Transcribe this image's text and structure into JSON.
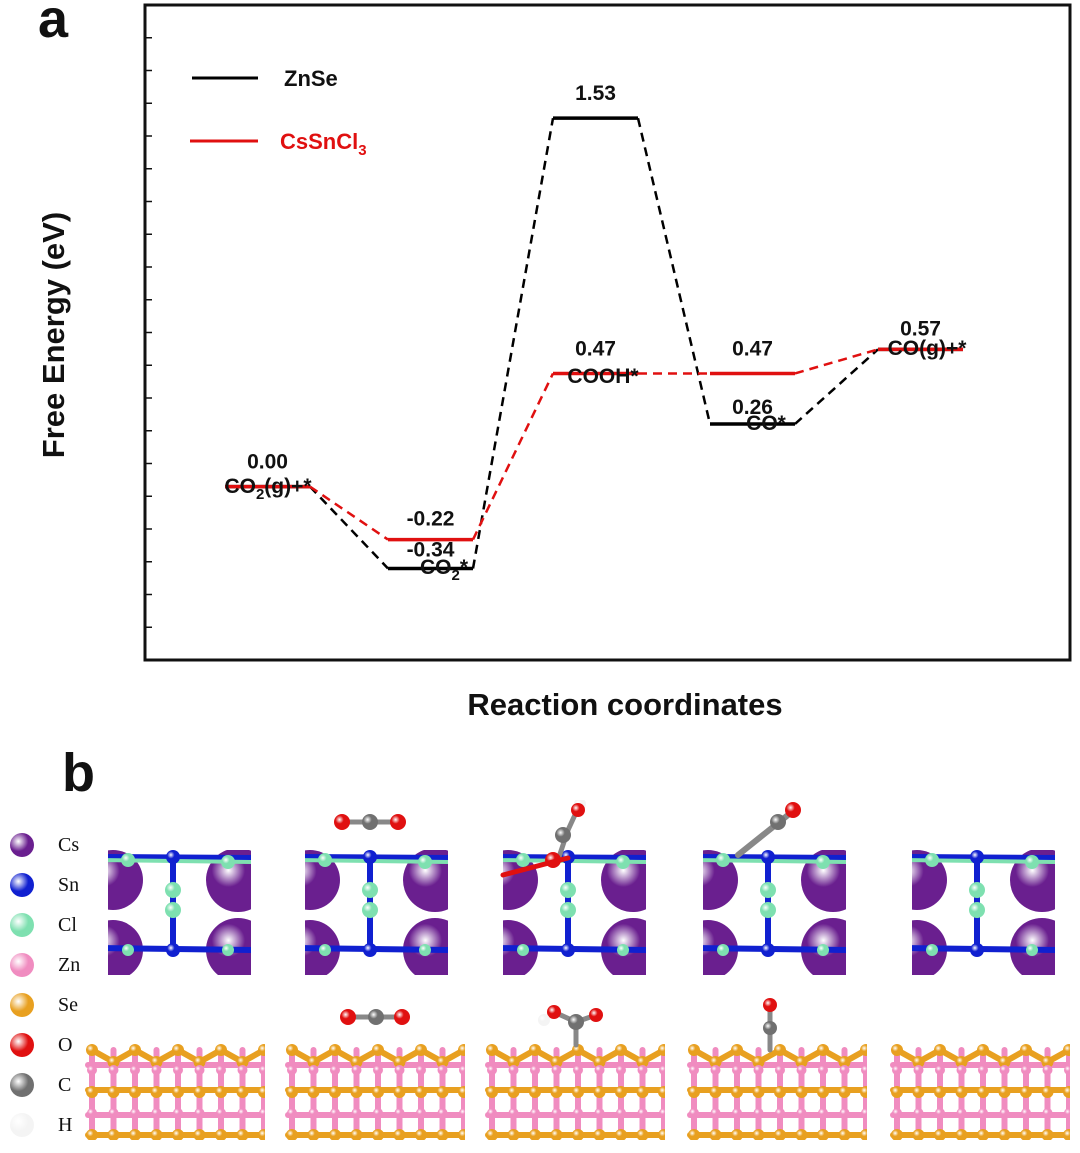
{
  "panel_a_letter": "a",
  "panel_b_letter": "b",
  "chart_data": {
    "type": "line",
    "xlabel": "Reaction coordinates",
    "ylabel": "Free Energy (eV)",
    "categories": [
      "CO2(g)+*",
      "CO2*",
      "COOH*",
      "CO*",
      "CO(g)+*"
    ],
    "category_labels": [
      {
        "main": "CO",
        "sub": "2",
        "rest": "(g)+*"
      },
      {
        "main": "CO",
        "sub": "2",
        "rest": "*"
      },
      {
        "main": "COOH*",
        "sub": "",
        "rest": ""
      },
      {
        "main": "CO*",
        "sub": "",
        "rest": ""
      },
      {
        "main": "CO(g)+*",
        "sub": "",
        "rest": ""
      }
    ],
    "ylim": [
      -0.72,
      2.0
    ],
    "grid": false,
    "legend_position": "top-left",
    "series": [
      {
        "name": "ZnSe",
        "color": "#000000",
        "values": [
          0.0,
          -0.34,
          1.53,
          0.26,
          0.57
        ],
        "labels": [
          "",
          "-0.34",
          "1.53",
          "0.26",
          ""
        ]
      },
      {
        "name": "CsSnCl3",
        "name_main": "CsSnCl",
        "name_sub": "3",
        "color": "#e01010",
        "values": [
          0.0,
          -0.22,
          0.47,
          0.47,
          0.57
        ],
        "labels": [
          "0.00",
          "-0.22",
          "0.47",
          "0.47",
          "0.57"
        ]
      }
    ]
  },
  "structures": {
    "legend": [
      {
        "label": "Cs",
        "color": "#6a1f8f"
      },
      {
        "label": "Sn",
        "color": "#1020d0"
      },
      {
        "label": "Cl",
        "color": "#7ee0b0"
      },
      {
        "label": "Zn",
        "color": "#f08cc0"
      },
      {
        "label": "Se",
        "color": "#e8a020"
      },
      {
        "label": "O",
        "color": "#e01010"
      },
      {
        "label": "C",
        "color": "#707070"
      },
      {
        "label": "H",
        "color": "#f4f4f4"
      }
    ],
    "adsorbates": [
      "none",
      "CO2",
      "COOH",
      "CO",
      "none"
    ]
  }
}
